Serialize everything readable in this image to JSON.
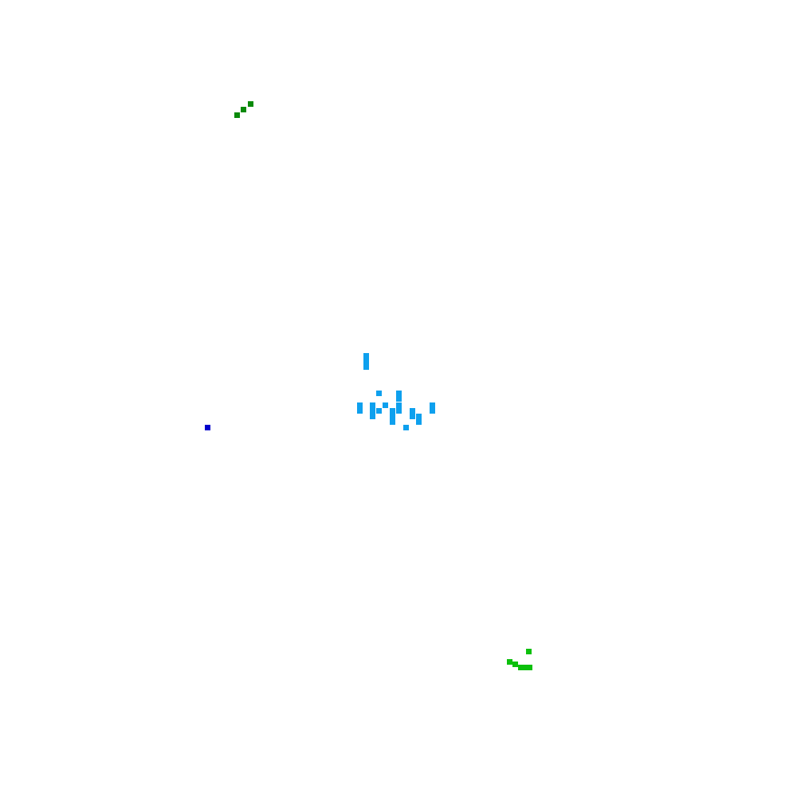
{
  "colors": {
    "background": "#ffffff",
    "dark_green": "#0a8a0a",
    "sky_blue": "#0ea0ee",
    "blue": "#0000cc",
    "green": "#0cc00c"
  },
  "cell_groups": [
    {
      "name": "dark-green-cluster",
      "color": "#0a8a0a"
    },
    {
      "name": "sky-blue-cluster",
      "color": "#0ea0ee"
    },
    {
      "name": "blue-cell",
      "color": "#0000cc"
    },
    {
      "name": "green-cluster",
      "color": "#0cc00c"
    }
  ]
}
